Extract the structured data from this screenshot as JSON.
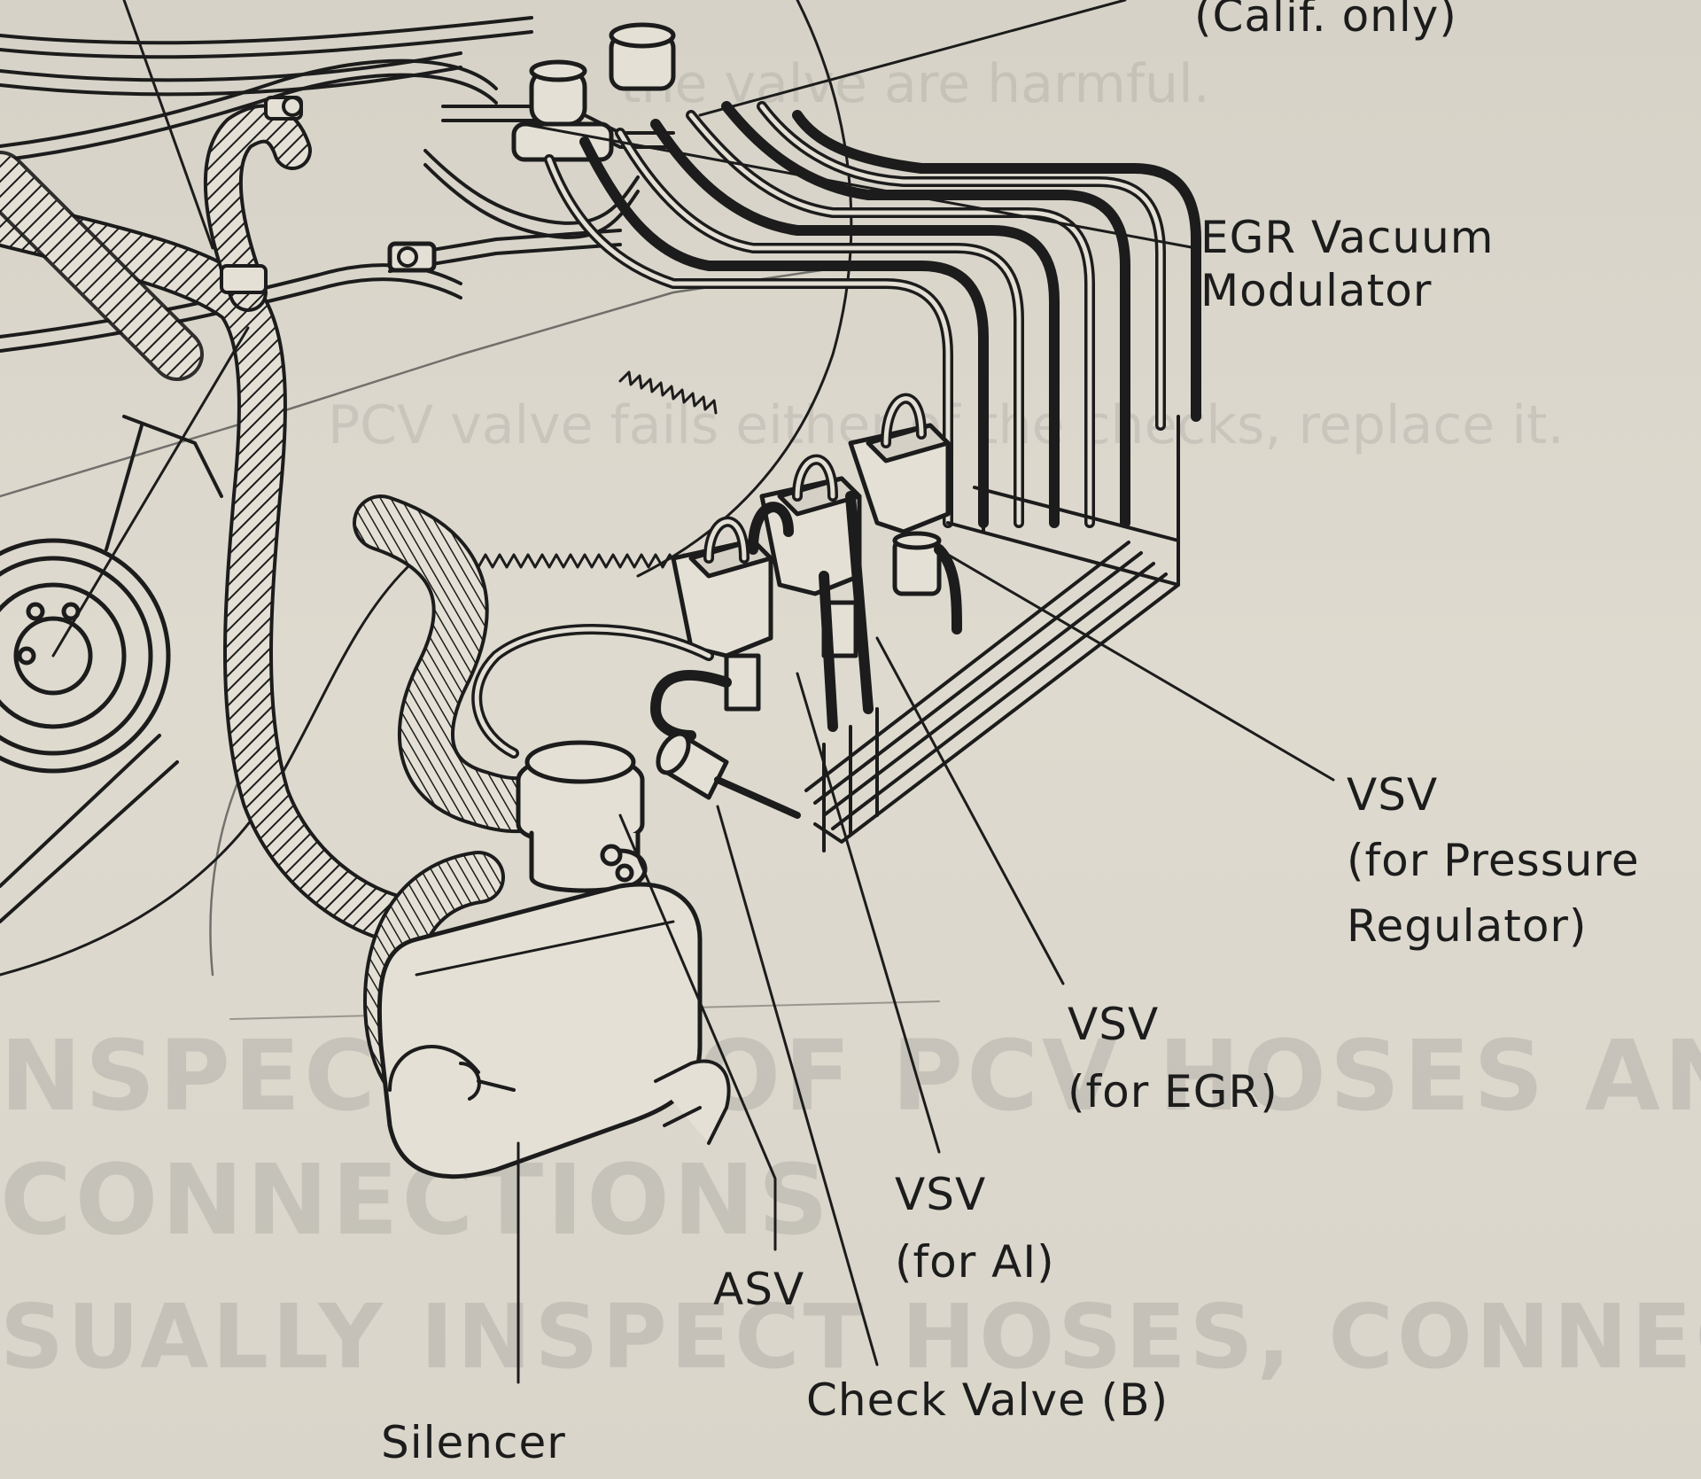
{
  "labels": {
    "calif_only": "(Calif. only)",
    "egr_modulator": [
      "EGR Vacuum",
      "Modulator"
    ],
    "vsv_pressure": [
      "VSV",
      "(for Pressure",
      "Regulator)"
    ],
    "vsv_egr": [
      "VSV",
      "(for EGR)"
    ],
    "vsv_ai": [
      "VSV",
      "(for AI)"
    ],
    "asv": "ASV",
    "check_valve": "Check Valve (B)",
    "silencer": "Silencer"
  },
  "colors": {
    "paper": "#dcd8cd",
    "ink": "#1c1c1c"
  }
}
